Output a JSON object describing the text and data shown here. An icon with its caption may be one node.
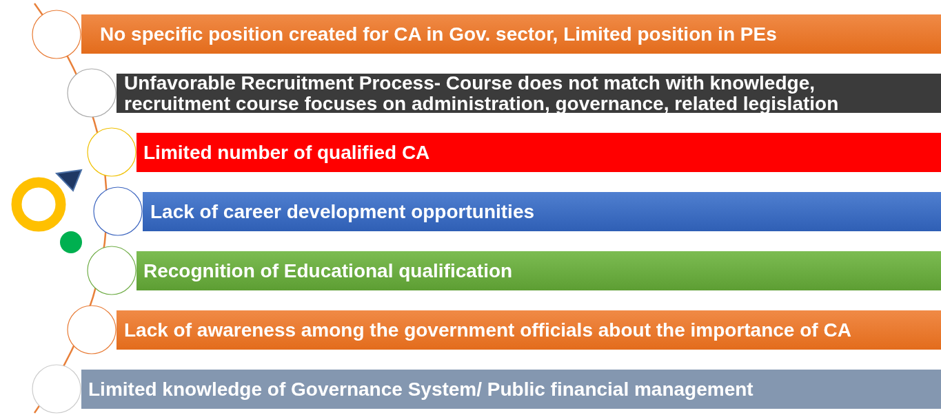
{
  "diagram": {
    "nodes": [
      {
        "text": [
          "No specific position created for CA in Gov. sector, Limited position in PEs"
        ]
      },
      {
        "text": [
          "Unfavorable Recruitment Process- Course does not match with knowledge, recruitment course focuses on administration, governance, related legislation"
        ]
      },
      {
        "text": [
          "Limited number of qualified CA"
        ]
      },
      {
        "text": [
          "Lack of career development opportunities"
        ]
      },
      {
        "text": [
          "Recognition of Educational qualification"
        ]
      },
      {
        "text": [
          "Lack of awareness among the government officials about the importance of CA"
        ]
      },
      {
        "text": [
          "Limited knowledge of Governance System/ Public financial management"
        ]
      }
    ]
  }
}
